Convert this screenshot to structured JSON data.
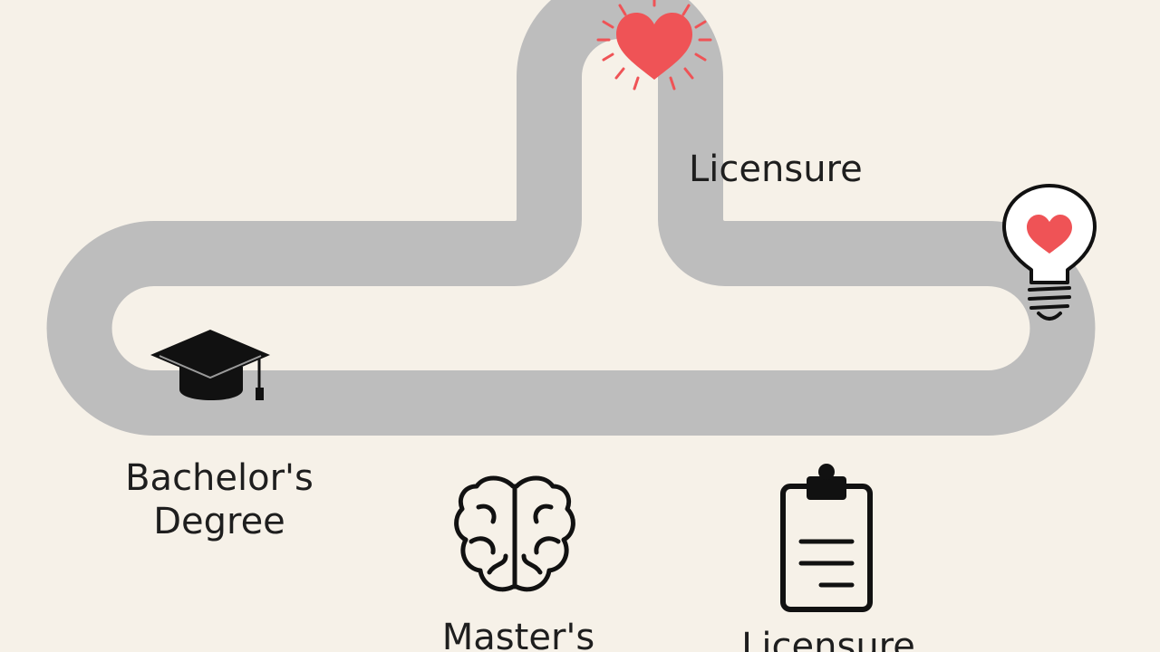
{
  "diagram": {
    "path_color": "#bdbdbd",
    "background_color": "#f6f1e8",
    "accent_color": "#ef5356",
    "icon_color": "#111111",
    "labels": {
      "licensure_top": "Licensure",
      "bachelors_line1": "Bachelor's",
      "bachelors_line2": "Degree",
      "masters_line1": "Master's",
      "licensure_bottom": "Licensure"
    },
    "icons": [
      "heart-burst-icon",
      "lightbulb-heart-icon",
      "graduation-cap-icon",
      "brain-icon",
      "clipboard-icon"
    ]
  }
}
